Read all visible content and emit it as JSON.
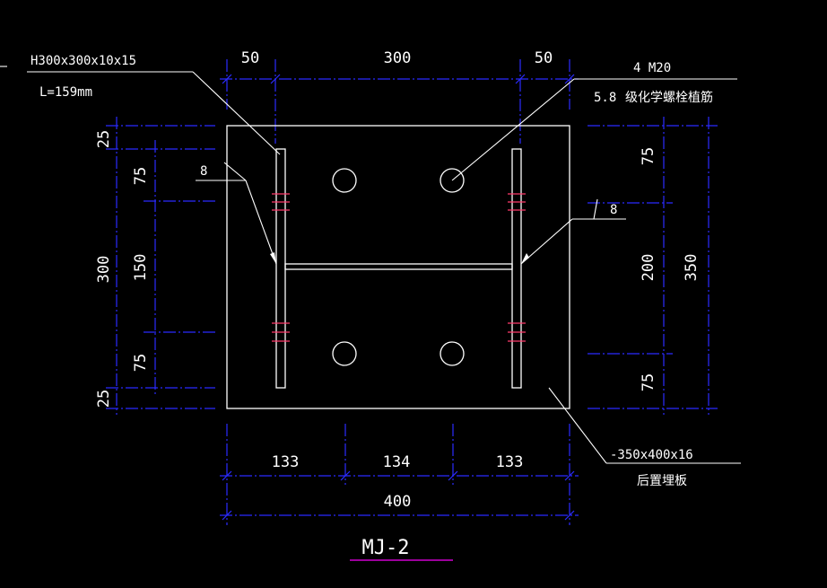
{
  "colors": {
    "background": "#000000",
    "outline": "#ffffff",
    "dimension_line": "#2b2bff",
    "weld_mark": "#ff3b6b",
    "title_underline": "#d000d0"
  },
  "top_dims": [
    "50",
    "300",
    "50"
  ],
  "bottom_dims": [
    "133",
    "134",
    "133"
  ],
  "bottom_total": "400",
  "left_dims_outer": [
    "25",
    "300",
    "25"
  ],
  "left_dims_inner": [
    "75",
    "150",
    "75"
  ],
  "right_dims_inner": [
    "75",
    "200",
    "75"
  ],
  "right_dim_total": "350",
  "section_label": "H300x300x10x15",
  "length_label": "L=159mm",
  "bolt_label_1": "4 M20",
  "bolt_label_2": "5.8",
  "bolt_label_3": "级化学螺栓植筋",
  "weld_left": "8",
  "weld_right": "8",
  "plate_label": "-350x400x16",
  "plate_name": "后置埋板",
  "title": "MJ-2"
}
